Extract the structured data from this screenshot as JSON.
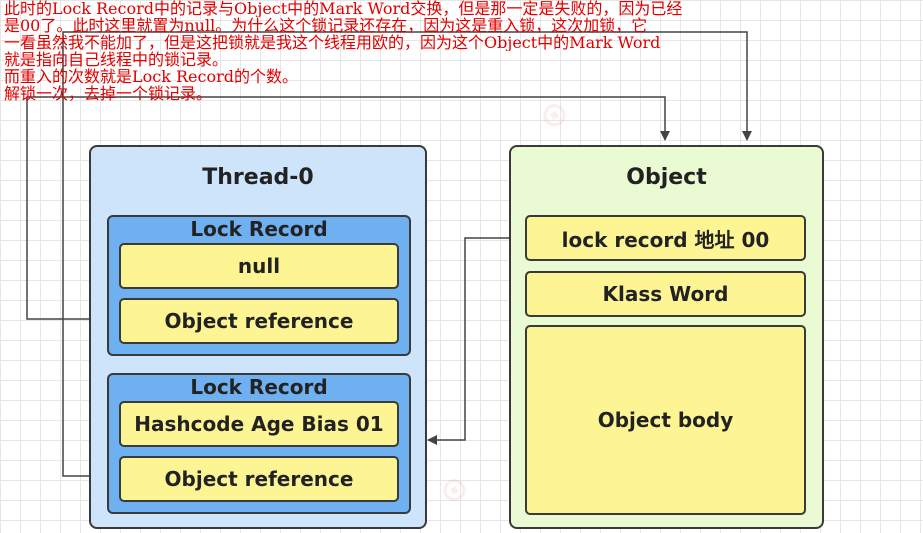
{
  "annotation": {
    "lines": [
      "此时的Lock Record中的记录与Object中的Mark Word交换，但是那一定是失败的，因为已经",
      "是00了。此时这里就置为null。为什么这个锁记录还存在，因为这是重入锁，这次加锁，它",
      "一看虽然我不能加了，但是这把锁就是我这个线程用欧的，因为这个Object中的Mark Word",
      "就是指向自己线程中的锁记录。",
      "而重入的次数就是Lock Record的个数。",
      "解锁一次，去掉一个锁记录。"
    ]
  },
  "thread": {
    "title": "Thread-0",
    "records": [
      {
        "title": "Lock Record",
        "first": "null",
        "second": "Object reference"
      },
      {
        "title": "Lock Record",
        "first": "Hashcode Age Bias 01",
        "second": "Object reference"
      }
    ]
  },
  "object": {
    "title": "Object",
    "mark_word": "lock record 地址 00",
    "klass_word": "Klass Word",
    "body": "Object body"
  },
  "colors": {
    "annotation": "#e00000",
    "thread_bg": "#cde4fa",
    "object_bg": "#eafad2",
    "record_bg": "#6fb0f0",
    "cell_bg": "#fdf594",
    "line": "#444444"
  }
}
